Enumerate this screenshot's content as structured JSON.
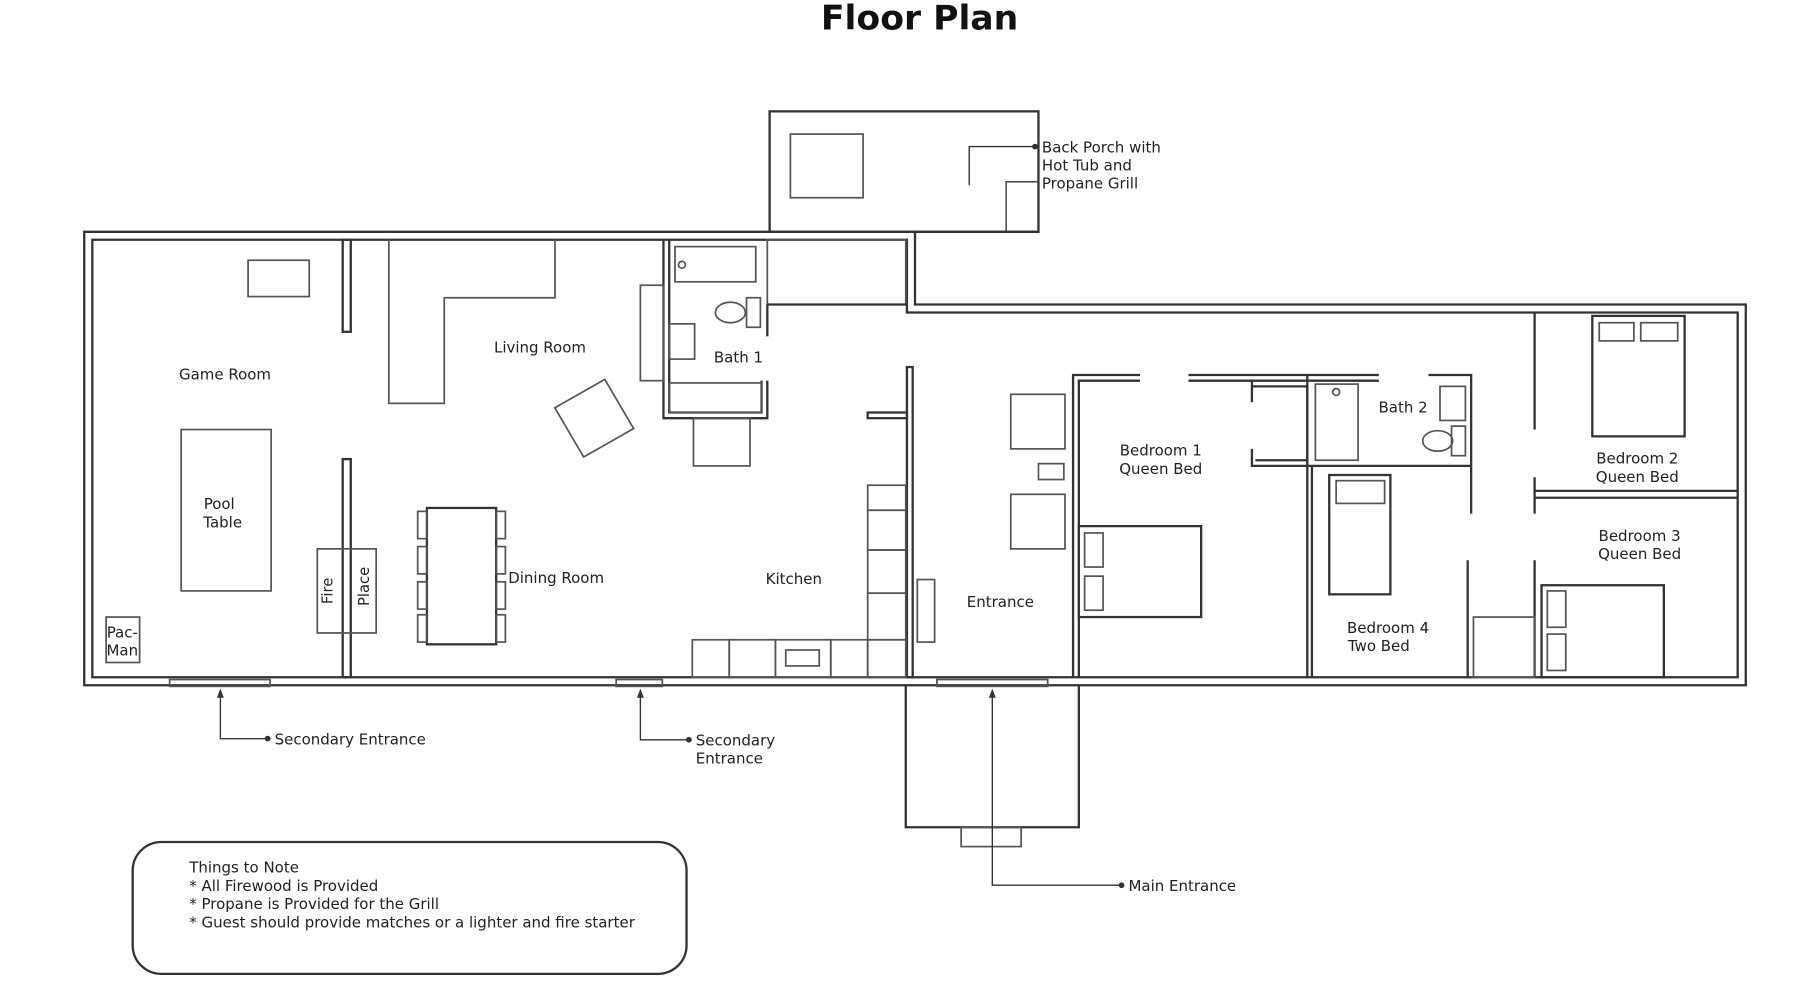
{
  "title": "Floor Plan",
  "rooms": {
    "game_room": "Game Room",
    "living_room": "Living Room",
    "bath1": "Bath 1",
    "pool_table": [
      "Pool",
      "Table"
    ],
    "fireplace": [
      "Fire",
      "Place"
    ],
    "dining_room": "Dining Room",
    "kitchen": "Kitchen",
    "entrance": "Entrance",
    "pacman": [
      "Pac-",
      "Man"
    ],
    "bedroom1": [
      "Bedroom 1",
      "Queen Bed"
    ],
    "bath2": "Bath 2",
    "bedroom2": [
      "Bedroom 2",
      "Queen Bed"
    ],
    "bedroom3": [
      "Bedroom 3",
      "Queen Bed"
    ],
    "bedroom4": [
      "Bedroom 4",
      "Two Bed"
    ]
  },
  "callouts": {
    "back_porch": [
      "Back Porch with",
      "Hot Tub and",
      "Propane Grill"
    ],
    "secondary_entrance_1": "Secondary Entrance",
    "secondary_entrance_2": [
      "Secondary",
      "Entrance"
    ],
    "main_entrance": "Main Entrance"
  },
  "notes": {
    "heading": "Things to Note",
    "items": [
      "* All Firewood is Provided",
      "* Propane is Provided for the Grill",
      "* Guest should provide matches or a lighter and fire starter"
    ]
  }
}
